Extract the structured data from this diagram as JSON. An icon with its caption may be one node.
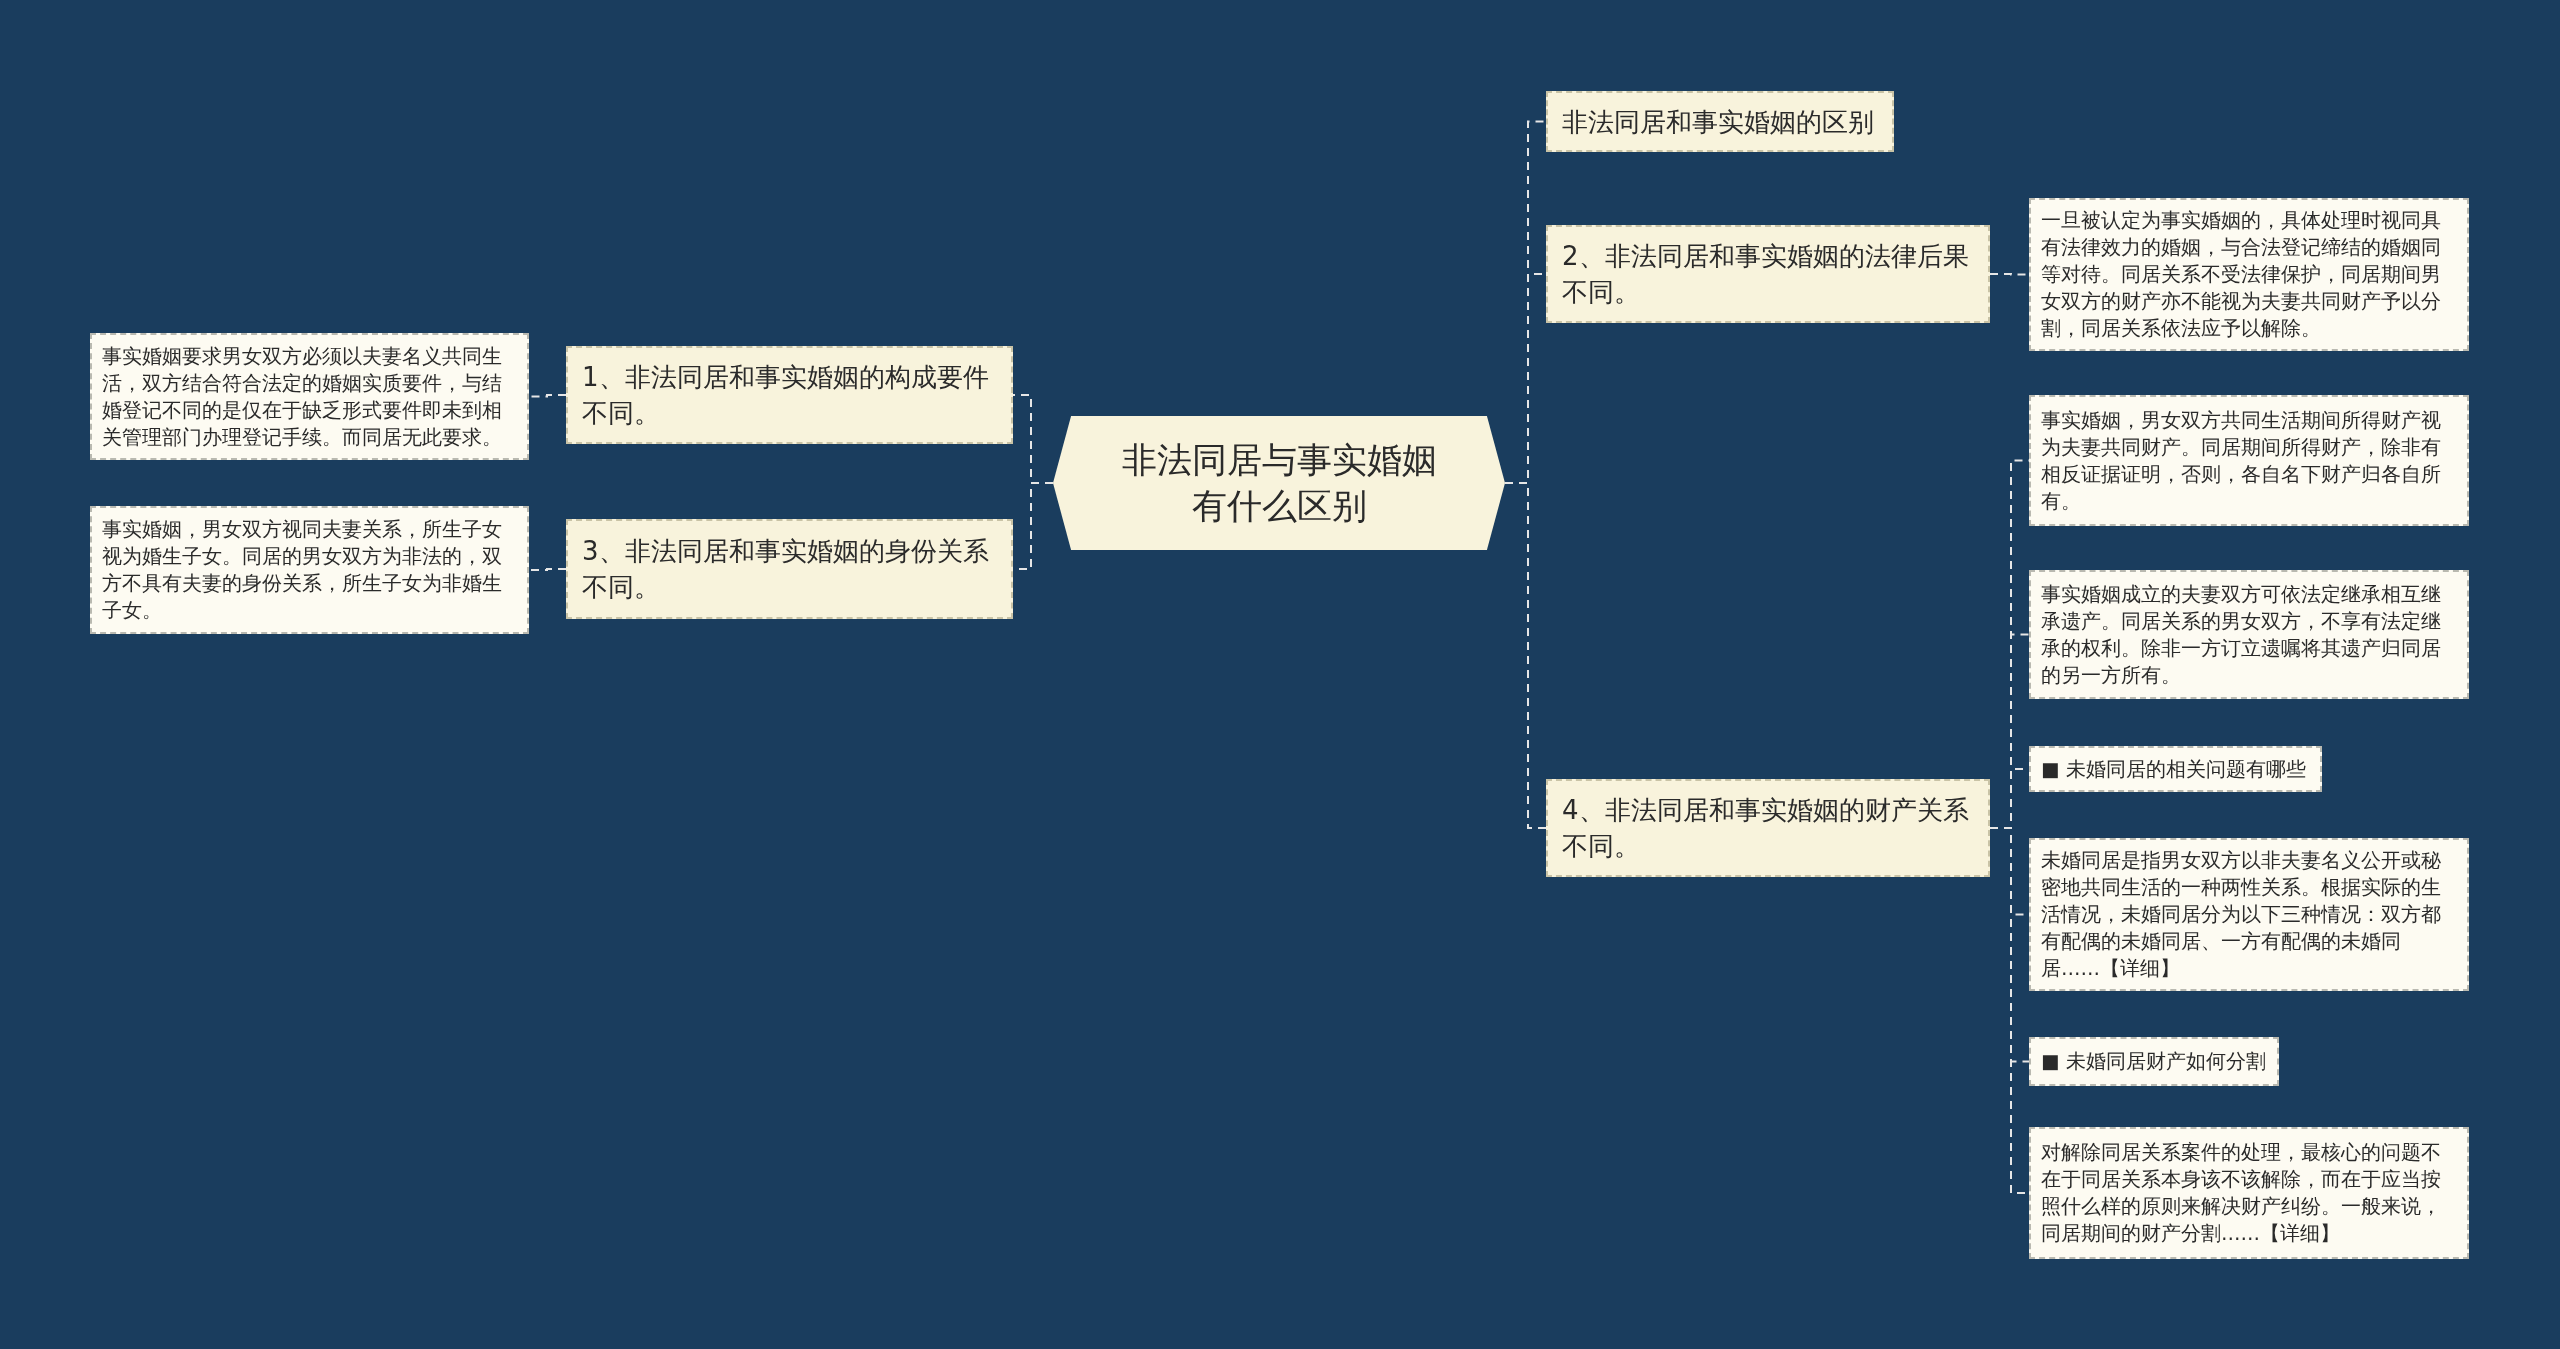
{
  "diagram": {
    "nodes": [
      {
        "text": [
          "非法同居与事实婚姻有什么区别"
        ]
      },
      {
        "text": [
          "1、非法同居和事实婚姻的构成要件不同。"
        ]
      },
      {
        "text": [
          "事实婚姻要求男女双方必须以夫妻名义共同生活，双方结合符合法定的婚姻实质要件，与结婚登记不同的是仅在于缺乏形式要件即未到相关管理部门办理登记手续。而同居无此要求。"
        ]
      },
      {
        "text": [
          "3、非法同居和事实婚姻的身份关系不同。"
        ]
      },
      {
        "text": [
          "事实婚姻，男女双方视同夫妻关系，所生子女视为婚生子女。同居的男女双方为非法的，双方不具有夫妻的身份关系，所生子女为非婚生子女。"
        ]
      },
      {
        "text": [
          "非法同居和事实婚姻的区别"
        ]
      },
      {
        "text": [
          "2、非法同居和事实婚姻的法律后果不同。"
        ]
      },
      {
        "text": [
          "一旦被认定为事实婚姻的，具体处理时视同具有法律效力的婚姻，与合法登记缔结的婚姻同等对待。同居关系不受法律保护，同居期间男女双方的财产亦不能视为夫妻共同财产予以分割，同居关系依法应予以解除。"
        ]
      },
      {
        "text": [
          "4、非法同居和事实婚姻的财产关系不同。"
        ]
      },
      {
        "text": [
          "事实婚姻，男女双方共同生活期间所得财产视为夫妻共同财产。同居期间所得财产，除非有相反证据证明，否则，各自名下财产归各自所有。"
        ]
      },
      {
        "text": [
          "事实婚姻成立的夫妻双方可依法定继承相互继承遗产。同居关系的男女双方，不享有法定继承的权利。除非一方订立遗嘱将其遗产归同居的另一方所有。"
        ]
      },
      {
        "text": [
          "■ 未婚同居的相关问题有哪些"
        ]
      },
      {
        "text": [
          "未婚同居是指男女双方以非夫妻名义公开或秘密地共同生活的一种两性关系。根据实际的生活情况，未婚同居分为以下三种情况：双方都有配偶的未婚同居、一方有配偶的未婚同居……【详细】"
        ]
      },
      {
        "text": [
          "■ 未婚同居财产如何分割"
        ]
      },
      {
        "text": [
          "对解除同居关系案件的处理，最核心的问题不在于同居关系本身该不该解除，而在于应当按照什么样的原则来解决财产纠纷。一般来说，同居期间的财产分割……【详细】"
        ]
      }
    ],
    "edges": [
      {
        "from": 0,
        "to": 1,
        "arrow": "none"
      },
      {
        "from": 1,
        "to": 2,
        "arrow": "none"
      },
      {
        "from": 0,
        "to": 3,
        "arrow": "none"
      },
      {
        "from": 3,
        "to": 4,
        "arrow": "none"
      },
      {
        "from": 0,
        "to": 5,
        "arrow": "none"
      },
      {
        "from": 0,
        "to": 6,
        "arrow": "none"
      },
      {
        "from": 6,
        "to": 7,
        "arrow": "none"
      },
      {
        "from": 0,
        "to": 8,
        "arrow": "none"
      },
      {
        "from": 8,
        "to": 9,
        "arrow": "none"
      },
      {
        "from": 8,
        "to": 10,
        "arrow": "none"
      },
      {
        "from": 8,
        "to": 11,
        "arrow": "none"
      },
      {
        "from": 8,
        "to": 12,
        "arrow": "none"
      },
      {
        "from": 8,
        "to": 13,
        "arrow": "none"
      },
      {
        "from": 8,
        "to": 14,
        "arrow": "none"
      }
    ]
  }
}
